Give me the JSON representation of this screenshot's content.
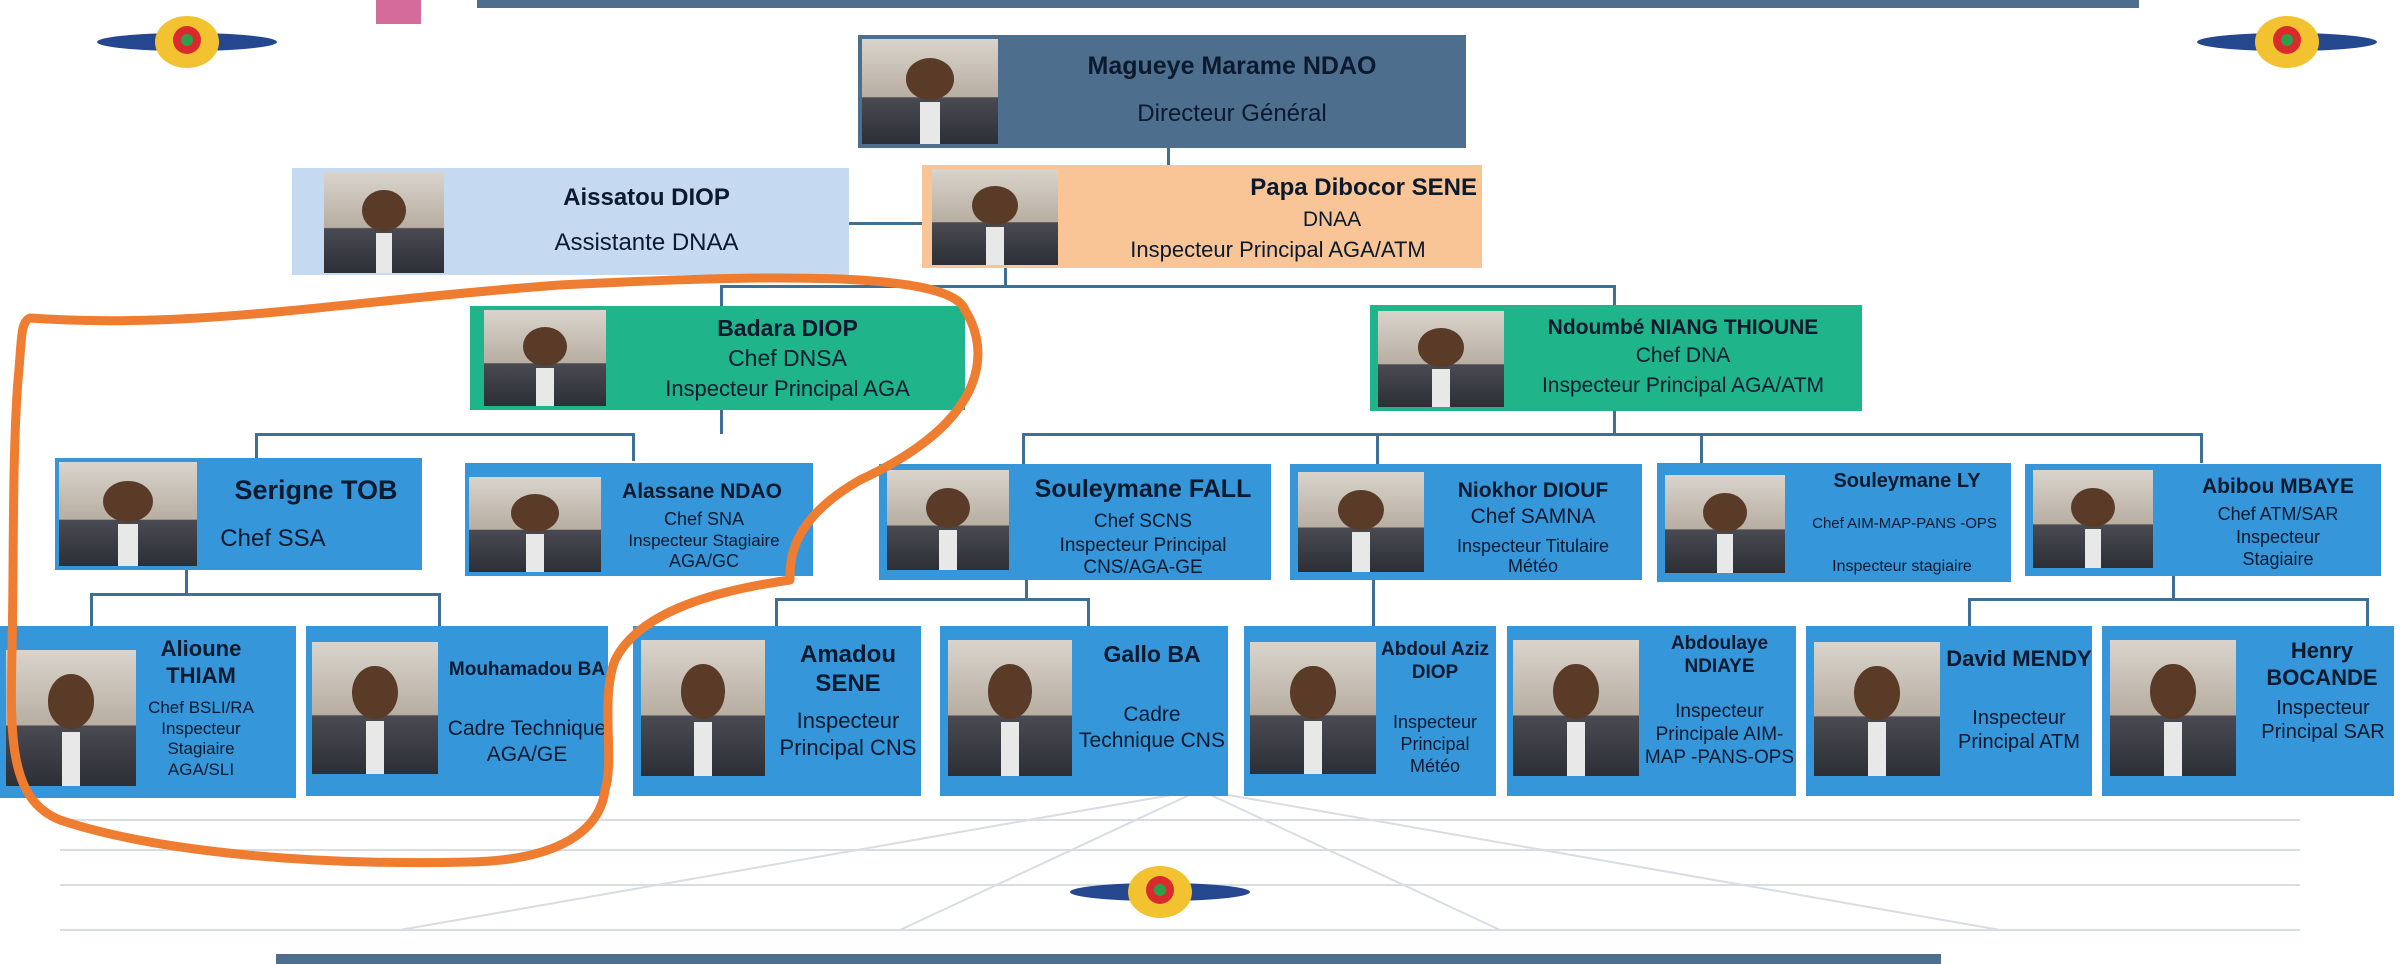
{
  "colors": {
    "dark_box": "#4e6e8e",
    "light_box": "#c5d9f0",
    "orange_box": "#fac596",
    "green_box": "#1fb48a",
    "blue_box": "#3596da",
    "annotation": "#ee7d32"
  },
  "logos": {
    "top_left": "ANACIM logo",
    "top_right": "ANACIM logo",
    "bottom_center": "ANACIM logo"
  },
  "dg": {
    "name": "Magueye Marame NDAO",
    "role": "Directeur Général"
  },
  "assistant": {
    "name": "Aissatou DIOP",
    "role": "Assistante DNAA"
  },
  "dnaa": {
    "name": "Papa Dibocor SENE",
    "role": "DNAA",
    "title": "Inspecteur Principal AGA/ATM"
  },
  "dnsa": {
    "name": "Badara DIOP",
    "role": "Chef DNSA",
    "title": "Inspecteur Principal AGA"
  },
  "dna": {
    "name": "Ndoumbé NIANG THIOUNE",
    "role": "Chef DNA",
    "title": "Inspecteur Principal AGA/ATM"
  },
  "row3": [
    {
      "name": "Serigne TOB",
      "l1": "Chef SSA",
      "l2": "",
      "l3": ""
    },
    {
      "name": "Alassane NDAO",
      "l1": "Chef SNA",
      "l2": "Inspecteur Stagiaire",
      "l3": "AGA/GC"
    },
    {
      "name": "Souleymane FALL",
      "l1": "Chef SCNS",
      "l2": "Inspecteur Principal",
      "l3": "CNS/AGA-GE"
    },
    {
      "name": "Niokhor DIOUF",
      "l1": "Chef SAMNA",
      "l2": "Inspecteur Titulaire",
      "l3": "Météo"
    },
    {
      "name": "Souleymane LY",
      "l1": "Chef AIM-MAP-PANS -OPS",
      "l2": "Inspecteur stagiaire",
      "l3": ""
    },
    {
      "name": "Abibou MBAYE",
      "l1": "Chef ATM/SAR",
      "l2": "Inspecteur",
      "l3": "Stagiaire"
    }
  ],
  "row4": [
    {
      "name": "Alioune THIAM",
      "lines": "Chef BSLI/RA Inspecteur Stagiaire AGA/SLI"
    },
    {
      "name": "Mouhamadou BA",
      "lines": "Cadre Technique AGA/GE"
    },
    {
      "name": "Amadou SENE",
      "lines": "Inspecteur Principal CNS"
    },
    {
      "name": "Gallo BA",
      "lines": "Cadre Technique CNS"
    },
    {
      "name": "Abdoul Aziz DIOP",
      "lines": "Inspecteur Principal Météo"
    },
    {
      "name": "Abdoulaye NDIAYE",
      "lines": "Inspecteur Principale AIM-MAP -PANS-OPS"
    },
    {
      "name": "David MENDY",
      "lines": "Inspecteur Principal ATM"
    },
    {
      "name": "Henry BOCANDE",
      "lines": "Inspecteur Principal SAR"
    }
  ]
}
